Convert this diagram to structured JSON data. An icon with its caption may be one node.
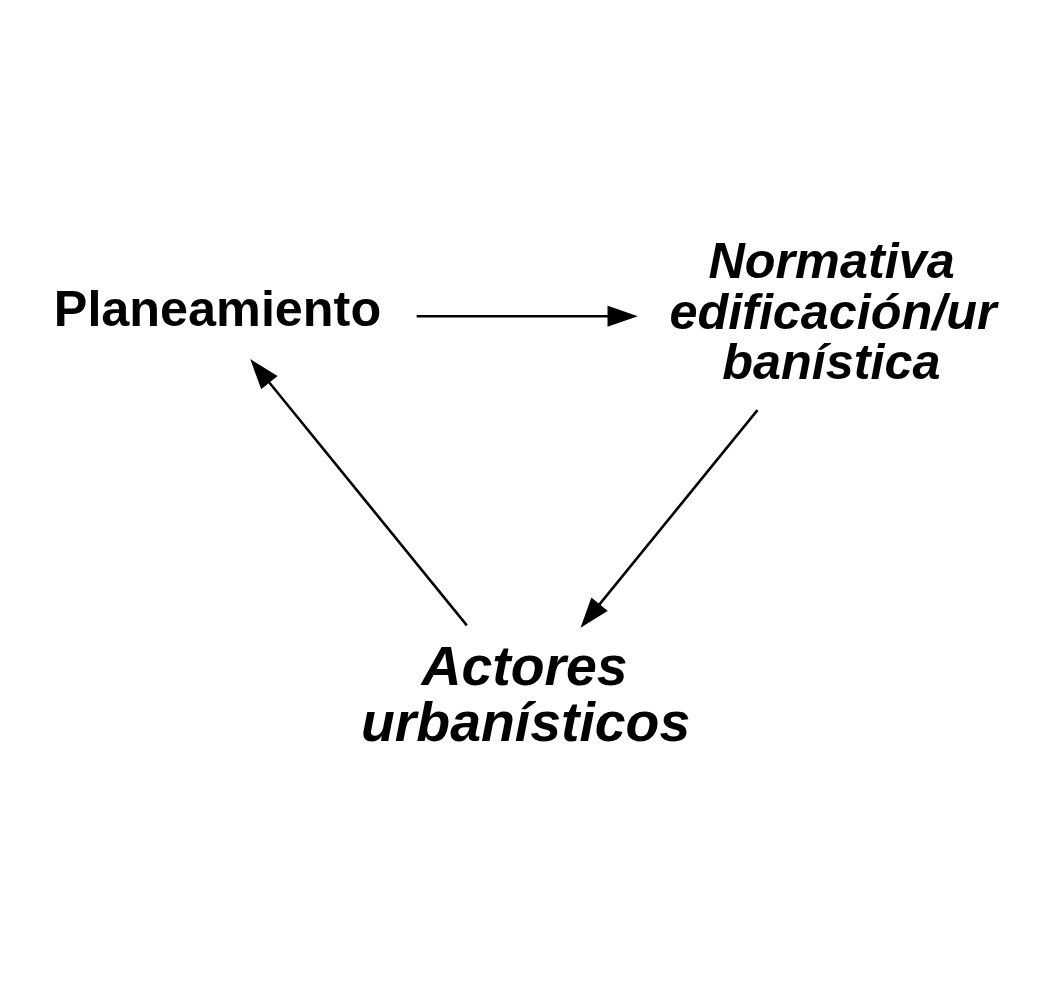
{
  "diagram": {
    "nodes": [
      {
        "text": [
          "Planeamiento"
        ]
      },
      {
        "text": [
          "Normativa edificación/ur banística"
        ]
      },
      {
        "text": [
          "Actores urbanísticos"
        ]
      }
    ],
    "edges": [
      {
        "from": 0,
        "to": 1,
        "arrow": "to"
      },
      {
        "from": 1,
        "to": 2,
        "arrow": "to"
      },
      {
        "from": 2,
        "to": 0,
        "arrow": "to"
      }
    ]
  }
}
